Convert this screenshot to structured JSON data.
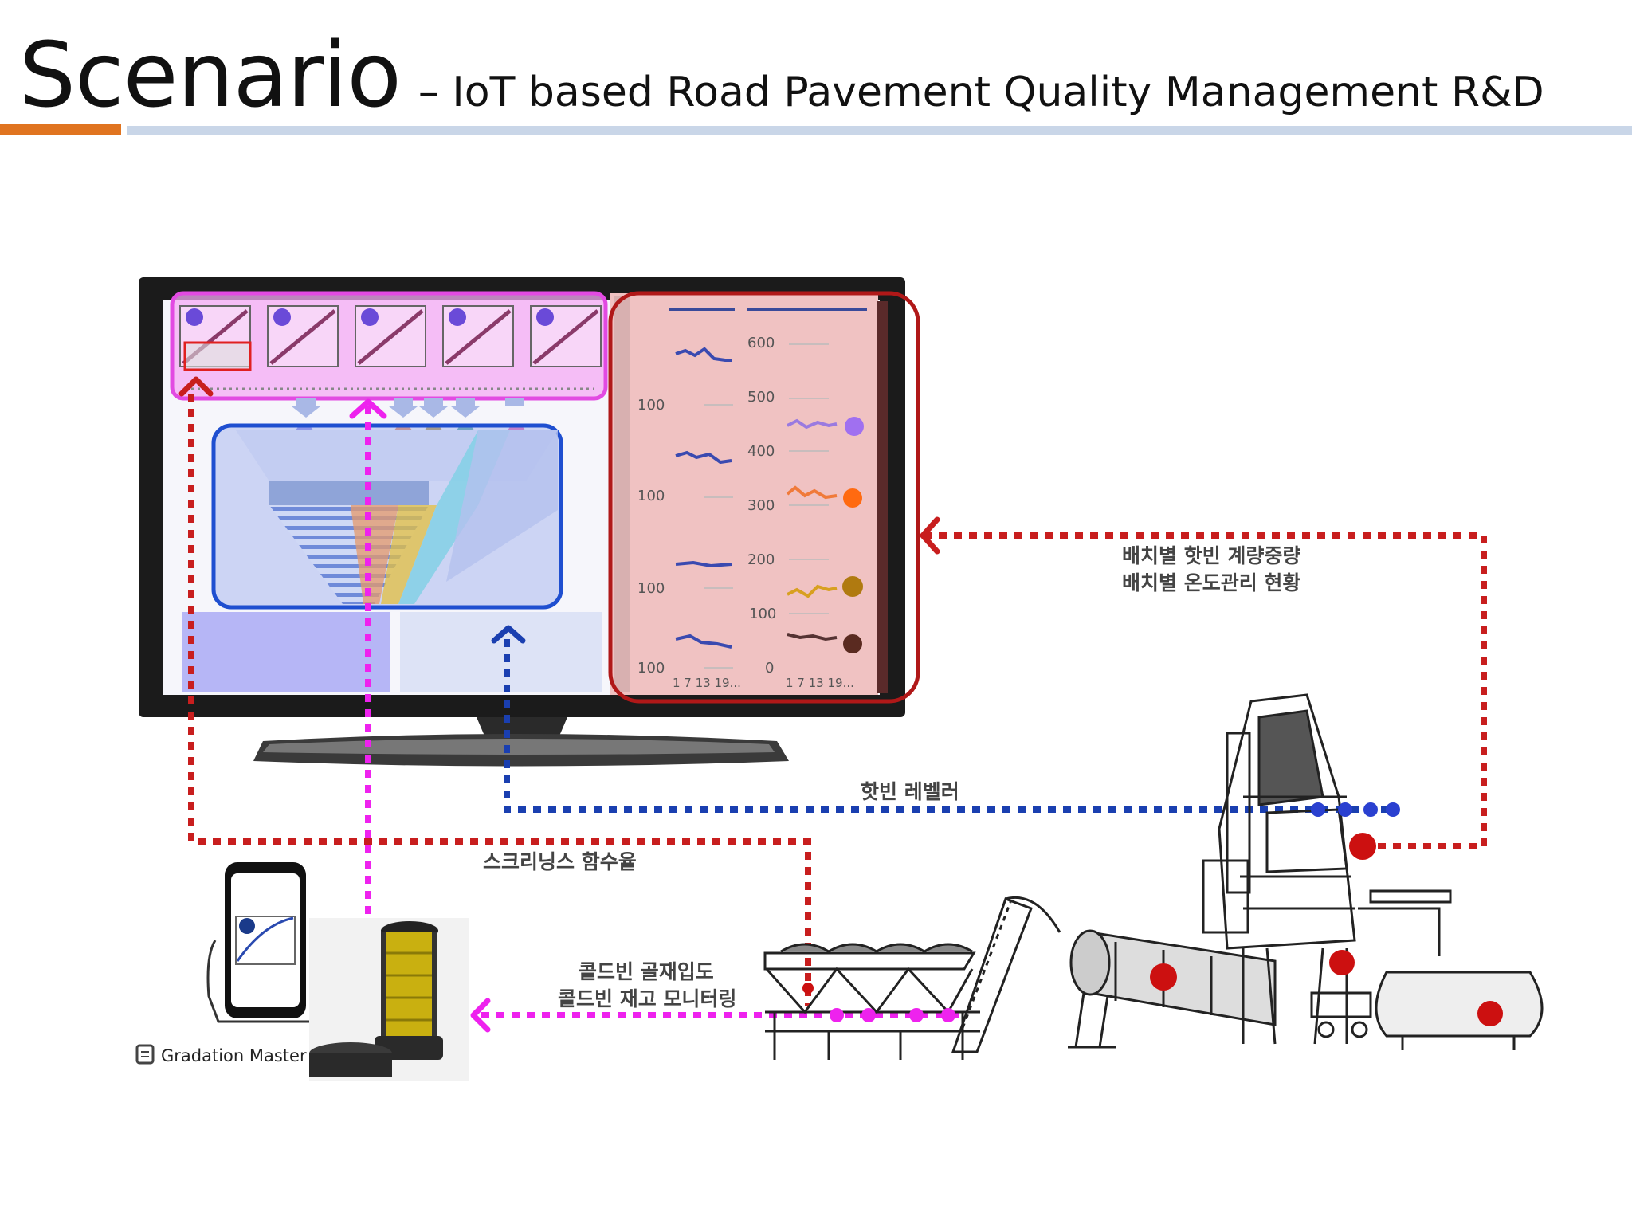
{
  "title": {
    "main": "Scenario",
    "subtitle": "– IoT based Road Pavement Quality Management R&D"
  },
  "monitor": {
    "left_panel_ticks": [
      "100",
      "100",
      "100",
      "100"
    ],
    "right_panel_ticks": [
      "600",
      "500",
      "400",
      "300",
      "200",
      "100",
      "0"
    ],
    "x_tick_left": "1 7 13 19...",
    "x_tick_right": "1 7 13 19..."
  },
  "labels": {
    "hotbin_weight_line1": "배치별 핫빈 계량중량",
    "hotbin_weight_line2": "배치별 온도관리 현황",
    "hotbin_leveler": "핫빈 레벨러",
    "screenings_moisture": "스크리닝스 함수율",
    "coldbin_line1": "콜드빈 골재입도",
    "coldbin_line2": "콜드빈 재고 모니터링",
    "gradation_master": "Gradation Master"
  },
  "colors": {
    "red_dotted": "#c81e1e",
    "blue_dotted": "#1a3fb0",
    "magenta_dotted": "#ee22ee",
    "magenta_box": "#e84ae8",
    "blue_box": "#1f4fd0",
    "dark_red_box": "#b01818"
  },
  "icons": {
    "phone": "phone-icon",
    "sieve": "sieve-shaker-icon",
    "plant": "asphalt-plant-icon",
    "monitor": "monitor-icon"
  }
}
